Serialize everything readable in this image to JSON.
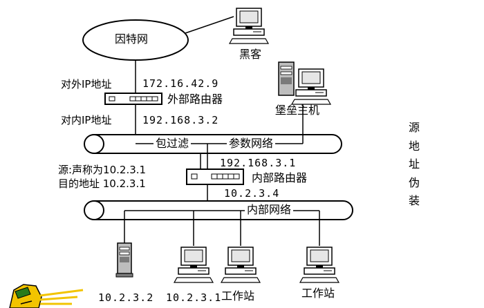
{
  "nodes": {
    "internet": "因特网",
    "hacker": "黑客",
    "bastion_host": "堡垒主机",
    "external_router": "外部路由器",
    "internal_router": "内部路由器",
    "packet_filter": "包过滤",
    "perimeter_network": "参数网络",
    "internal_network": "内部网络",
    "workstation_a": "工作站",
    "workstation_b": "工作站"
  },
  "labels": {
    "external_ip_label": "对外IP地址",
    "external_ip": "172.16.42.9",
    "internal_ip_label": "对内IP地址",
    "internal_ip": "192.168.3.2",
    "inner_router_ip_top": "192.168.3.1",
    "inner_router_ip_bottom": "10.2.3.4",
    "source_claim": "源:声称为10.2.3.1",
    "destination": "目的地址 10.2.3.1",
    "host_ip_server": "10.2.3.2",
    "host_ip_pc": "10.2.3.1",
    "side_title": "源地址伪装"
  }
}
